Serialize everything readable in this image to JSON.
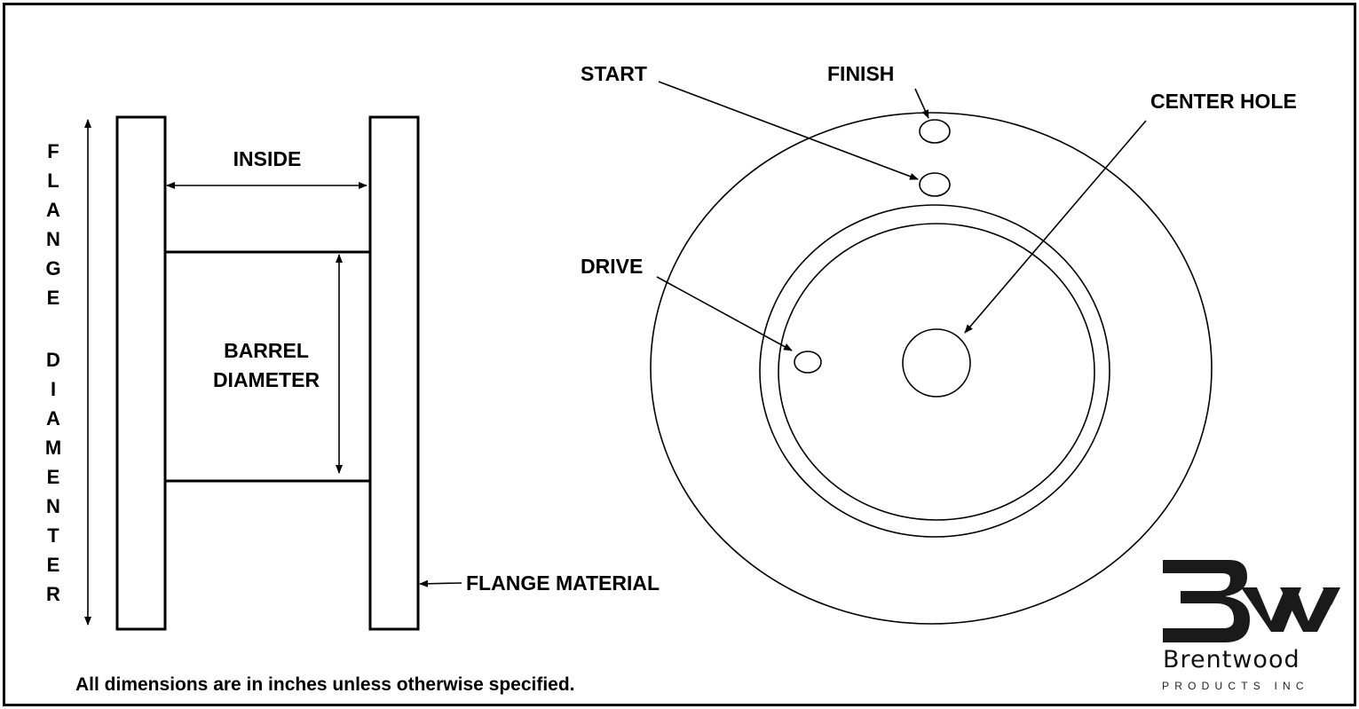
{
  "labels": {
    "inside": "INSIDE",
    "barrel_line1": "BARREL",
    "barrel_line2": "DIAMETER",
    "flange_material": "FLANGE MATERIAL",
    "flange_vertical": [
      "F",
      "L",
      "A",
      "N",
      "G",
      "E",
      "",
      "D",
      "I",
      "A",
      "M",
      "E",
      "N",
      "T",
      "E",
      "R"
    ],
    "start": "START",
    "finish": "FINISH",
    "center_hole": "CENTER HOLE",
    "drive": "DRIVE"
  },
  "footer": "All dimensions are in inches unless otherwise specified.",
  "logo": {
    "word": "Brentwood",
    "sub": "PRODUCTS INC"
  },
  "colors": {
    "ink": "#000000",
    "background": "#ffffff"
  }
}
